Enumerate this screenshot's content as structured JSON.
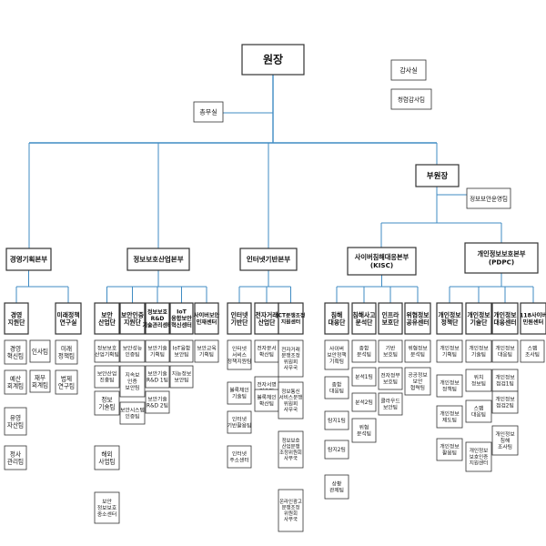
{
  "org": {
    "line_color": "#3f8bc3",
    "units": [
      {
        "id": "root",
        "lines": [
          "원장"
        ]
      },
      {
        "id": "audit",
        "lines": [
          "감사실"
        ]
      },
      {
        "id": "audit-team",
        "lines": [
          "청렴감사팀"
        ]
      },
      {
        "id": "general",
        "lines": [
          "총무실"
        ]
      },
      {
        "id": "vp",
        "lines": [
          "부원장"
        ]
      },
      {
        "id": "infosec-team",
        "lines": [
          "정보보안운영팀"
        ]
      },
      {
        "id": "d1",
        "lines": [
          "경영기획본부"
        ]
      },
      {
        "id": "d1-a",
        "lines": [
          "경영",
          "지원단"
        ]
      },
      {
        "id": "d1-a1",
        "lines": [
          "경영",
          "혁신팀"
        ]
      },
      {
        "id": "d1-a2",
        "lines": [
          "인사팀"
        ]
      },
      {
        "id": "d1-a3",
        "lines": [
          "예산",
          "회계팀"
        ]
      },
      {
        "id": "d1-a4",
        "lines": [
          "재무",
          "회계팀"
        ]
      },
      {
        "id": "d1-a5",
        "lines": [
          "유영",
          "자산팀"
        ]
      },
      {
        "id": "d1-a6",
        "lines": [
          "정사",
          "관리팀"
        ]
      },
      {
        "id": "d1-b",
        "lines": [
          "미래정책",
          "연구실"
        ]
      },
      {
        "id": "d1-b1",
        "lines": [
          "미래",
          "정책팀"
        ]
      },
      {
        "id": "d1-b2",
        "lines": [
          "법제",
          "연구팀"
        ]
      },
      {
        "id": "d2",
        "lines": [
          "정보보호산업본부"
        ]
      },
      {
        "id": "d2-a",
        "lines": [
          "보안",
          "산업단"
        ]
      },
      {
        "id": "d2-a1",
        "lines": [
          "정보보호",
          "산업기획팀"
        ]
      },
      {
        "id": "d2-a2",
        "lines": [
          "보안산업",
          "진흥팀"
        ]
      },
      {
        "id": "d2-a3",
        "lines": [
          "정보",
          "기술팀"
        ]
      },
      {
        "id": "d2-a4",
        "lines": [
          "해외",
          "사업팀"
        ]
      },
      {
        "id": "d2-a5",
        "lines": [
          "보안",
          "정보보호",
          "중소센터"
        ]
      },
      {
        "id": "d2-b",
        "lines": [
          "보안인증",
          "지원단"
        ]
      },
      {
        "id": "d2-b1",
        "lines": [
          "보안성능",
          "인증팀"
        ]
      },
      {
        "id": "d2-b2",
        "lines": [
          "지속보",
          "인증",
          "보안팀"
        ]
      },
      {
        "id": "d2-b3",
        "lines": [
          "보안시스템",
          "인증팀"
        ]
      },
      {
        "id": "d2-c",
        "lines": [
          "정보보호",
          "R&D",
          "기술관리센터"
        ]
      },
      {
        "id": "d2-c1",
        "lines": [
          "보안기술",
          "기획팀"
        ]
      },
      {
        "id": "d2-c2",
        "lines": [
          "보안기술",
          "R&D 1팀"
        ]
      },
      {
        "id": "d2-c3",
        "lines": [
          "보안기술",
          "R&D 2팀"
        ]
      },
      {
        "id": "d2-d",
        "lines": [
          "IoT",
          "융합보안",
          "혁신센터"
        ]
      },
      {
        "id": "d2-d1",
        "lines": [
          "IoT융합",
          "보안팀"
        ]
      },
      {
        "id": "d2-d2",
        "lines": [
          "지능정보",
          "보안팀"
        ]
      },
      {
        "id": "d2-e",
        "lines": [
          "사이버보안",
          "인재센터"
        ]
      },
      {
        "id": "d2-e1",
        "lines": [
          "보안교육",
          "기획팀"
        ]
      },
      {
        "id": "d3",
        "lines": [
          "인터넷기반본부"
        ]
      },
      {
        "id": "d3-a",
        "lines": [
          "인터넷",
          "기반단"
        ]
      },
      {
        "id": "d3-a1",
        "lines": [
          "인터넷",
          "서비스",
          "정책지원팀"
        ]
      },
      {
        "id": "d3-a2",
        "lines": [
          "블록체인",
          "기술팀"
        ]
      },
      {
        "id": "d3-a3",
        "lines": [
          "인터넷",
          "기반활용팀"
        ]
      },
      {
        "id": "d3-a4",
        "lines": [
          "인터넷",
          "주소센터"
        ]
      },
      {
        "id": "d3-b",
        "lines": [
          "전자거래",
          "산업단"
        ]
      },
      {
        "id": "d3-b1",
        "lines": [
          "전자문서",
          "확산팀"
        ]
      },
      {
        "id": "d3-b2",
        "lines": [
          "전자서명",
          "기술팀"
        ]
      },
      {
        "id": "d3-b3",
        "lines": [
          "블록체인",
          "확산팀"
        ]
      },
      {
        "id": "d3-c",
        "lines": [
          "ICT분쟁조정",
          "지원센터"
        ]
      },
      {
        "id": "d3-c1",
        "lines": [
          "전자거래",
          "분쟁조정",
          "위원회",
          "사무국"
        ]
      },
      {
        "id": "d3-c2",
        "lines": [
          "정보통신",
          "서비스분쟁",
          "위원회",
          "사무국"
        ]
      },
      {
        "id": "d3-c3",
        "lines": [
          "정보보호",
          "산업분쟁",
          "조정위원회",
          "사무국"
        ]
      },
      {
        "id": "d3-c4",
        "lines": [
          "온라인광고",
          "분쟁조정",
          "위원회",
          "사무국"
        ]
      },
      {
        "id": "d4",
        "lines": [
          "사이버침해대응본부",
          "(KISC)"
        ]
      },
      {
        "id": "d4-a",
        "lines": [
          "침해",
          "대응단"
        ]
      },
      {
        "id": "d4-a1",
        "lines": [
          "사이버",
          "보안정책",
          "기획팀"
        ]
      },
      {
        "id": "d4-a2",
        "lines": [
          "종합",
          "대응팀"
        ]
      },
      {
        "id": "d4-a3",
        "lines": [
          "탐지1팀"
        ]
      },
      {
        "id": "d4-a4",
        "lines": [
          "탐지2팀"
        ]
      },
      {
        "id": "d4-a5",
        "lines": [
          "상황",
          "관제팀"
        ]
      },
      {
        "id": "d4-b",
        "lines": [
          "침해사고",
          "분석단"
        ]
      },
      {
        "id": "d4-b1",
        "lines": [
          "종합",
          "분석팀"
        ]
      },
      {
        "id": "d4-b2",
        "lines": [
          "분석1팀"
        ]
      },
      {
        "id": "d4-b3",
        "lines": [
          "분석2팀"
        ]
      },
      {
        "id": "d4-b4",
        "lines": [
          "위협",
          "분석팀"
        ]
      },
      {
        "id": "d4-c",
        "lines": [
          "인프라",
          "보호단"
        ]
      },
      {
        "id": "d4-c1",
        "lines": [
          "기반",
          "보호팀"
        ]
      },
      {
        "id": "d4-c2",
        "lines": [
          "전자정부",
          "보호팀"
        ]
      },
      {
        "id": "d4-c3",
        "lines": [
          "클라우드",
          "보안팀"
        ]
      },
      {
        "id": "d4-d",
        "lines": [
          "위협정보",
          "공유센터"
        ]
      },
      {
        "id": "d4-d1",
        "lines": [
          "위협정보",
          "분석팀"
        ]
      },
      {
        "id": "d4-d2",
        "lines": [
          "공공정보",
          "보안",
          "협력팀"
        ]
      },
      {
        "id": "d5",
        "lines": [
          "개인정보보호본부",
          "(PDPC)"
        ]
      },
      {
        "id": "d5-a",
        "lines": [
          "개인정보",
          "정책단"
        ]
      },
      {
        "id": "d5-a1",
        "lines": [
          "개인정보",
          "기획팀"
        ]
      },
      {
        "id": "d5-a2",
        "lines": [
          "개인정보",
          "정책팀"
        ]
      },
      {
        "id": "d5-a3",
        "lines": [
          "개인정보",
          "제도팀"
        ]
      },
      {
        "id": "d5-a4",
        "lines": [
          "개인정보",
          "활용팀"
        ]
      },
      {
        "id": "d5-b",
        "lines": [
          "개인정보",
          "기술단"
        ]
      },
      {
        "id": "d5-b1",
        "lines": [
          "개인정보",
          "기술팀"
        ]
      },
      {
        "id": "d5-b2",
        "lines": [
          "위치",
          "정보팀"
        ]
      },
      {
        "id": "d5-b3",
        "lines": [
          "스팸",
          "대응팀"
        ]
      },
      {
        "id": "d5-b4",
        "lines": [
          "개인정보",
          "보호인증",
          "지원센터"
        ]
      },
      {
        "id": "d5-c",
        "lines": [
          "개인정보",
          "대응센터"
        ]
      },
      {
        "id": "d5-c1",
        "lines": [
          "개인정보",
          "대응팀"
        ]
      },
      {
        "id": "d5-c2",
        "lines": [
          "개인정보",
          "점검1팀"
        ]
      },
      {
        "id": "d5-c3",
        "lines": [
          "개인정보",
          "점검2팀"
        ]
      },
      {
        "id": "d5-c4",
        "lines": [
          "개인정보",
          "침해",
          "조사팀"
        ]
      },
      {
        "id": "d5-d",
        "lines": [
          "118사이버",
          "민원센터"
        ]
      },
      {
        "id": "d5-d1",
        "lines": [
          "스팸",
          "조사팀"
        ]
      }
    ]
  }
}
